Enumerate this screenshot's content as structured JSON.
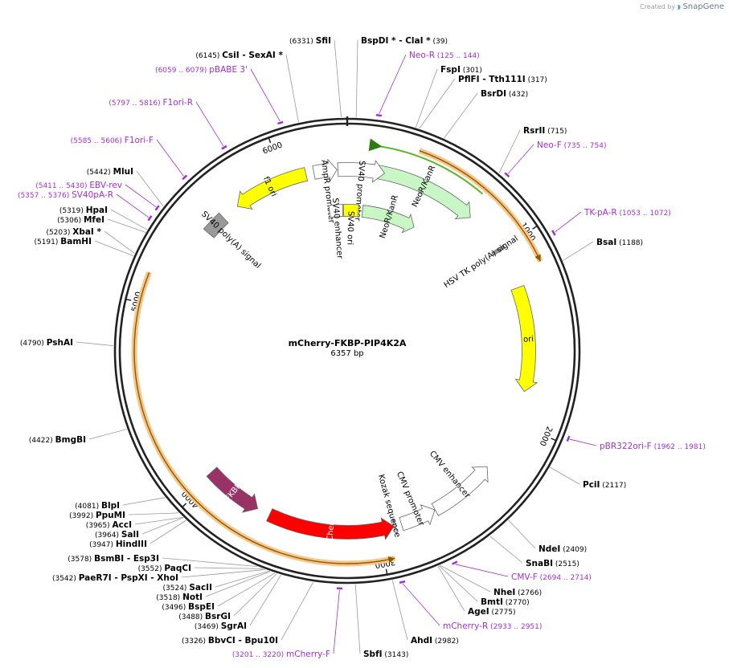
{
  "header": {
    "created_by": "Created by",
    "brand": "SnapGene"
  },
  "plasmid": {
    "name": "mCherry-FKBP-PIP4K2A",
    "length_label": "6357 bp",
    "length": 6357
  },
  "tick_labels": [
    "1000",
    "2000",
    "3000",
    "4000",
    "5000",
    "6000"
  ],
  "features": [
    {
      "name": "NeoR/KanR",
      "start": 125,
      "end": 754,
      "track": "inner1",
      "color": "#c8f7c5",
      "direction": "cw",
      "label_inside": true
    },
    {
      "name": "HSV TK poly(A) signal",
      "start": 985,
      "end": 1004,
      "track": "inner1",
      "color": "#999999",
      "direction": "none"
    },
    {
      "name": "ori",
      "start": 1230,
      "end": 1818,
      "track": "inner1",
      "color": "#ffff00",
      "direction": "cw",
      "label_inside": true
    },
    {
      "name": "CMV enhancer",
      "start": 2289,
      "end": 2668,
      "track": "inner1",
      "color": "#ffffff",
      "direction": "ccw"
    },
    {
      "name": "CMV promoter",
      "start": 2669,
      "end": 2872,
      "track": "inner1",
      "color": "#ffffff",
      "direction": "ccw"
    },
    {
      "name": "Kozak sequence",
      "start": 2906,
      "end": 2915,
      "track": "inner1",
      "color": "#ffffff",
      "direction": "none"
    },
    {
      "name": "mCherry",
      "start": 2916,
      "end": 3626,
      "track": "inner1",
      "color": "#ff0000",
      "direction": "ccw",
      "label_inside": true
    },
    {
      "name": "FKBP",
      "start": 3700,
      "end": 4030,
      "track": "inner1",
      "color": "#993366",
      "direction": "ccw",
      "label_inside": true
    },
    {
      "name": "SV40 poly(A) signal",
      "start": 5480,
      "end": 5600,
      "track": "inner1",
      "color": "#999999",
      "direction": "none"
    },
    {
      "name": "f1 ori",
      "start": 5700,
      "end": 6125,
      "track": "inner1",
      "color": "#ffff00",
      "direction": "ccw",
      "label_inside": true
    },
    {
      "name": "AmpR promoter",
      "start": 6170,
      "end": 6300,
      "track": "inner1",
      "color": "#ffffff",
      "direction": "cw"
    },
    {
      "name": "SV40 promoter",
      "start": 6305,
      "end": 210,
      "track": "inner1",
      "color": "#ffffff",
      "direction": "cw"
    },
    {
      "name": "SV40 enhancer",
      "start": 6230,
      "end": 6325,
      "track": "inner2",
      "color": "#ffffff",
      "direction": "none"
    },
    {
      "name": "SV40 ori",
      "start": 6330,
      "end": 80,
      "track": "inner2",
      "color": "#ffff00",
      "direction": "none"
    },
    {
      "name": "NeoR/KanR",
      "start": 110,
      "end": 500,
      "track": "inner2",
      "color": "#c8f7c5",
      "direction": "cw",
      "label_inside": true
    }
  ],
  "sites": [
    {
      "name": "SfiI",
      "pos": "6331"
    },
    {
      "name": "BspDI * - ClaI *",
      "pos": "39"
    },
    {
      "name": "FspI",
      "pos": "301"
    },
    {
      "name": "PflFI - Tth111I",
      "pos": "317"
    },
    {
      "name": "BsrDI",
      "pos": "432"
    },
    {
      "name": "RsrII",
      "pos": "715"
    },
    {
      "name": "BsaI",
      "pos": "1188"
    },
    {
      "name": "PciI",
      "pos": "2117"
    },
    {
      "name": "NdeI",
      "pos": "2409"
    },
    {
      "name": "SnaBI",
      "pos": "2515"
    },
    {
      "name": "NheI",
      "pos": "2766"
    },
    {
      "name": "BmtI",
      "pos": "2770"
    },
    {
      "name": "AgeI",
      "pos": "2775"
    },
    {
      "name": "AhdI",
      "pos": "2982"
    },
    {
      "name": "SbfI",
      "pos": "3143"
    },
    {
      "name": "BbvCI - Bpu10I",
      "pos": "3326"
    },
    {
      "name": "SgrAI",
      "pos": "3469"
    },
    {
      "name": "BsrGI",
      "pos": "3488"
    },
    {
      "name": "BspEI",
      "pos": "3496"
    },
    {
      "name": "NotI",
      "pos": "3518"
    },
    {
      "name": "SacII",
      "pos": "3524"
    },
    {
      "name": "PaeR7I - PspXI - XhoI",
      "pos": "3542"
    },
    {
      "name": "PaqCI",
      "pos": "3552"
    },
    {
      "name": "BsmBI - Esp3I",
      "pos": "3578"
    },
    {
      "name": "HindIII",
      "pos": "3947"
    },
    {
      "name": "SalI",
      "pos": "3964"
    },
    {
      "name": "AccI",
      "pos": "3965"
    },
    {
      "name": "PpuMI",
      "pos": "3992"
    },
    {
      "name": "BlpI",
      "pos": "4081"
    },
    {
      "name": "BmgBI",
      "pos": "4422"
    },
    {
      "name": "PshAI",
      "pos": "4790"
    },
    {
      "name": "BamHI",
      "pos": "5191"
    },
    {
      "name": "XbaI *",
      "pos": "5203"
    },
    {
      "name": "MfeI",
      "pos": "5306"
    },
    {
      "name": "HpaI",
      "pos": "5319"
    },
    {
      "name": "MluI",
      "pos": "5442"
    },
    {
      "name": "CsiI - SexAI *",
      "pos": "6145"
    }
  ],
  "primers": [
    {
      "name": "Neo-R",
      "range": "125 .. 144"
    },
    {
      "name": "Neo-F",
      "range": "735 .. 754"
    },
    {
      "name": "TK-pA-R",
      "range": "1053 .. 1072"
    },
    {
      "name": "pBR322ori-F",
      "range": "1962 .. 1981"
    },
    {
      "name": "CMV-F",
      "range": "2694 .. 2714"
    },
    {
      "name": "mCherry-R",
      "range": "2933 .. 2951"
    },
    {
      "name": "mCherry-F",
      "range": "3201 .. 3220"
    },
    {
      "name": "SV40pA-R",
      "range": "5357 .. 5376"
    },
    {
      "name": "EBV-rev",
      "range": "5411 .. 5430"
    },
    {
      "name": "F1ori-F",
      "range": "5585 .. 5606"
    },
    {
      "name": "F1ori-R",
      "range": "5797 .. 5816"
    },
    {
      "name": "pBABE 3'",
      "range": "6059 .. 6079"
    }
  ],
  "orfs": [
    {
      "start": 350,
      "end": 1150,
      "strand": "cw"
    },
    {
      "start": 2950,
      "end": 5150,
      "strand": "ccw"
    }
  ],
  "colors": {
    "backbone": "#222222",
    "site_text": "#000000",
    "primer": "#a030d0",
    "orf_fill": "#f6c68a",
    "orf_line": "#8a5a00",
    "primer_arrow": "#5cb82a",
    "leader": "#999999"
  }
}
